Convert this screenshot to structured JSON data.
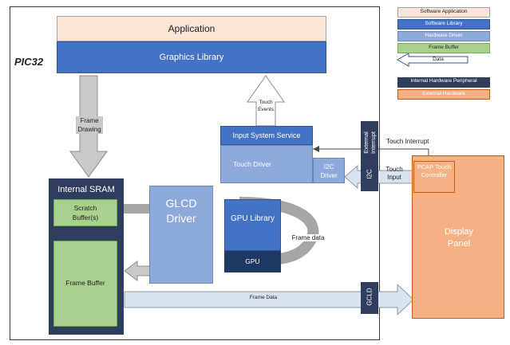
{
  "chip": {
    "label": "PIC32"
  },
  "layers": {
    "application": "Application",
    "graphics_library": "Graphics Library"
  },
  "input": {
    "service": "Input System Service",
    "touch_driver": "Touch Driver",
    "i2c_driver": "I2C Driver",
    "touch_events": "Touch Events"
  },
  "sram": {
    "title": "Internal SRAM",
    "scratch": "Scratch Buffer(s)",
    "frame_buffer": "Frame Buffer"
  },
  "glcd": {
    "driver": "GLCD Driver"
  },
  "gpu": {
    "library": "GPU Library",
    "core": "GPU"
  },
  "labels": {
    "frame_drawing": "Frame Drawing",
    "frame_data_loop": "Frame data",
    "frame_data_bus": "Frame Data",
    "touch_interrupt": "Touch Interrupt",
    "touch_input": "Touch Input"
  },
  "peripherals": {
    "external_interrupt": "External Interrupt",
    "i2c": "I2C",
    "gcld": "GCLD"
  },
  "display": {
    "panel": "Display Panel",
    "controller": "PCAP Touch Controller"
  },
  "legend": {
    "software_application": "Software Application",
    "software_library": "Software Library",
    "hardware_driver": "Hardware Driver",
    "frame_buffer": "Frame Buffer",
    "data": "Data",
    "internal_hw_peripheral": "Internal Hardware Peripheral",
    "external_hardware": "External Hardware"
  },
  "colors": {
    "software_application": "#fbe4d5",
    "software_library": "#4472c4",
    "hardware_driver": "#8eaadb",
    "frame_buffer": "#a9d18e",
    "internal_hw_peripheral": "#2f3e5e",
    "external_hardware": "#f4b183",
    "data_arrow": "#d9e2ef"
  }
}
